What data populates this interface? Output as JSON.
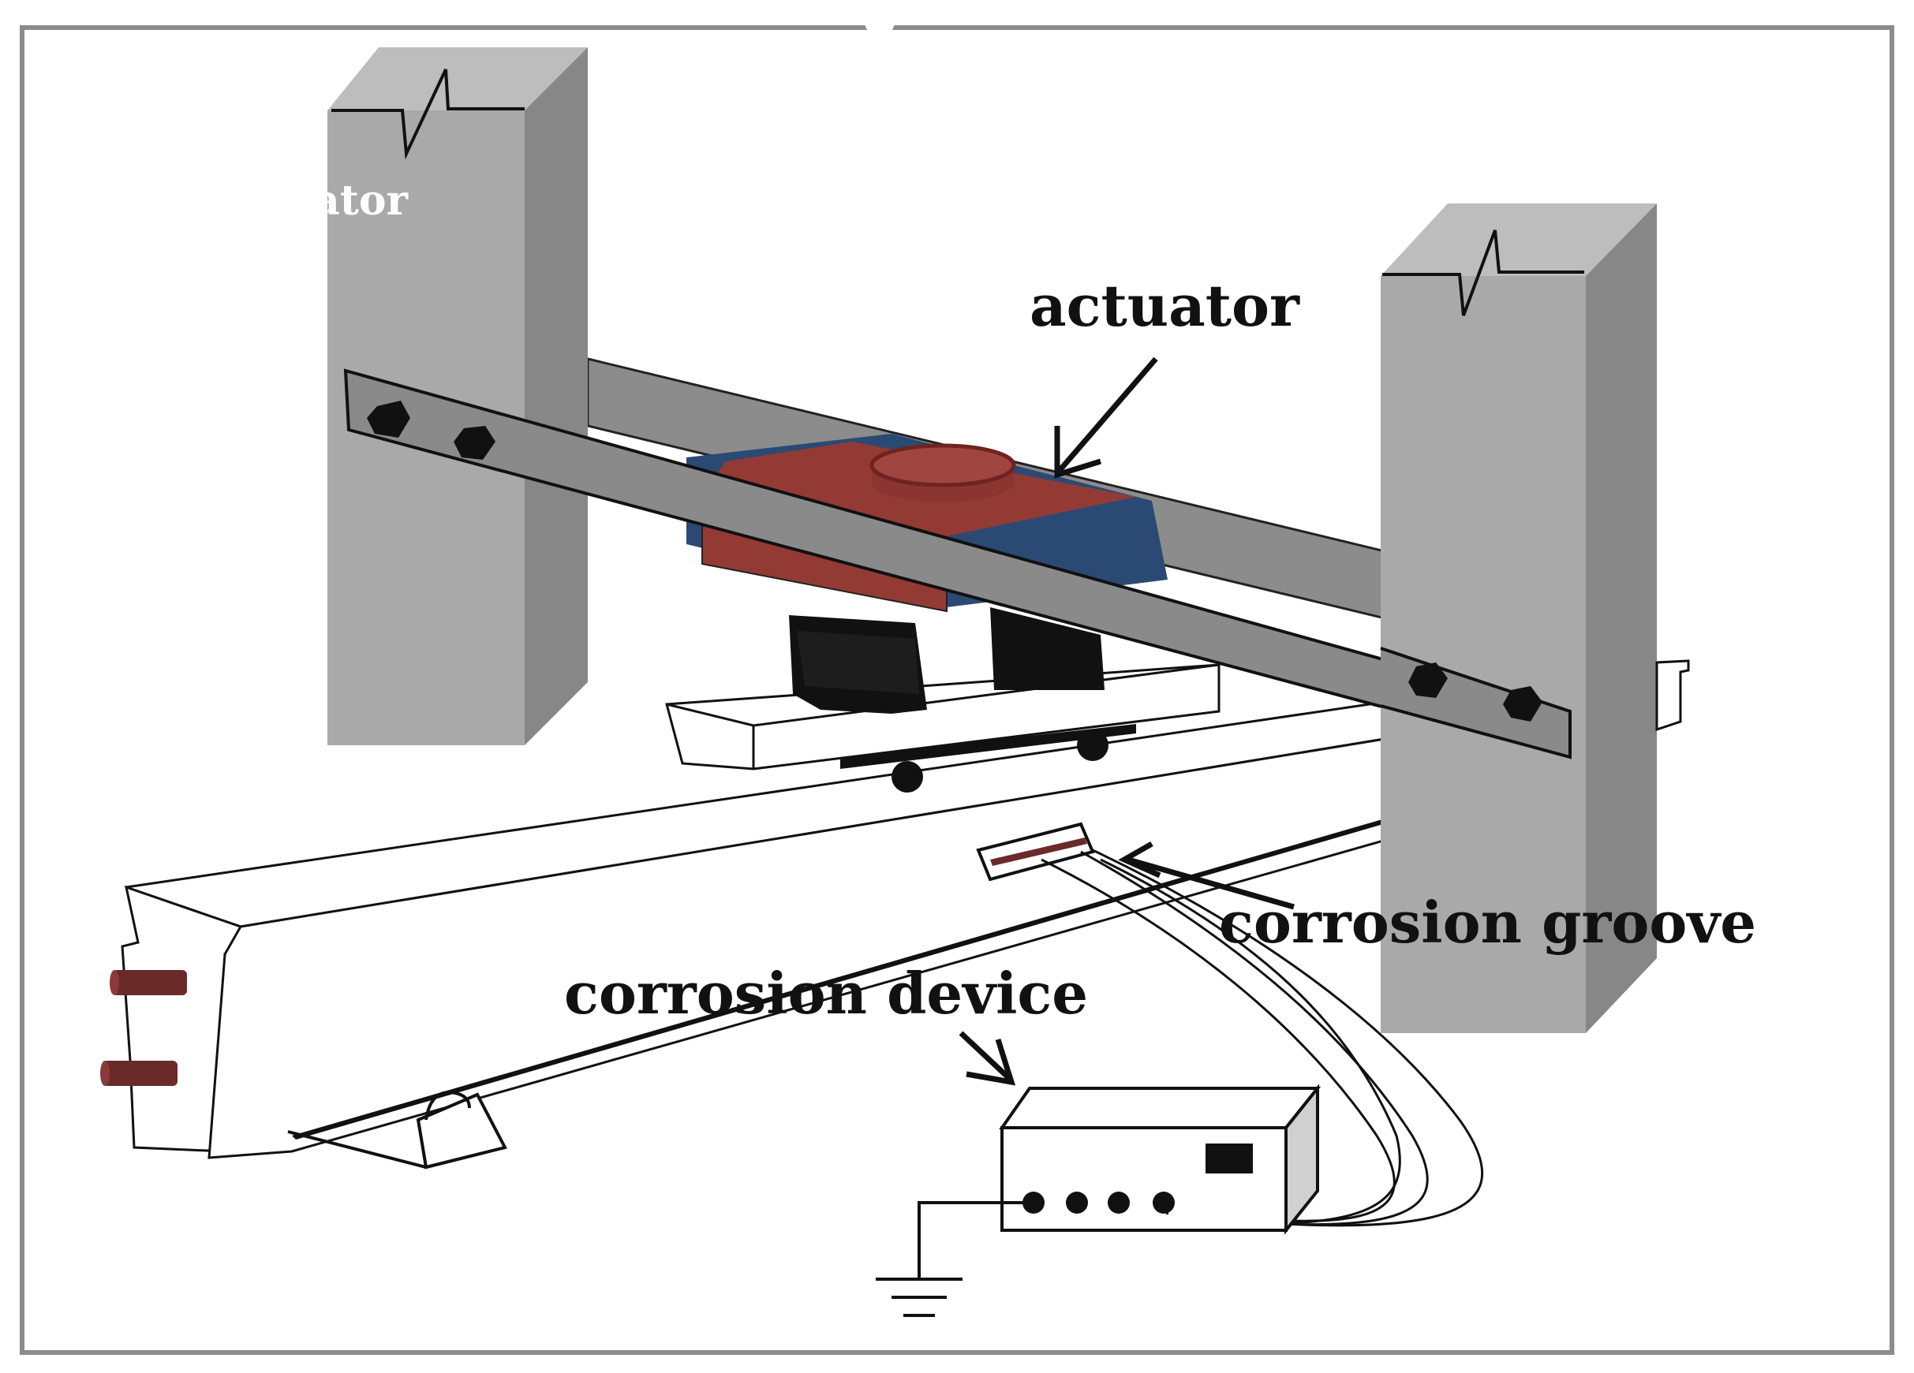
{
  "labels": {
    "actuator": "actuator",
    "corrosion_groove": "corrosion groove",
    "corrosion_device": "corrosion device"
  },
  "colors": {
    "frame": "#8c8c8c",
    "column_front": "#a9a9a9",
    "column_side": "#8a8a8a",
    "column_top": "#c4c4c4",
    "beam_gray": "#8a8a8a",
    "actuator_red": "#943a35",
    "actuator_blue": "#2a4a73",
    "roller_dark": "#6b2a2a",
    "black": "#111111",
    "white": "#ffffff"
  }
}
